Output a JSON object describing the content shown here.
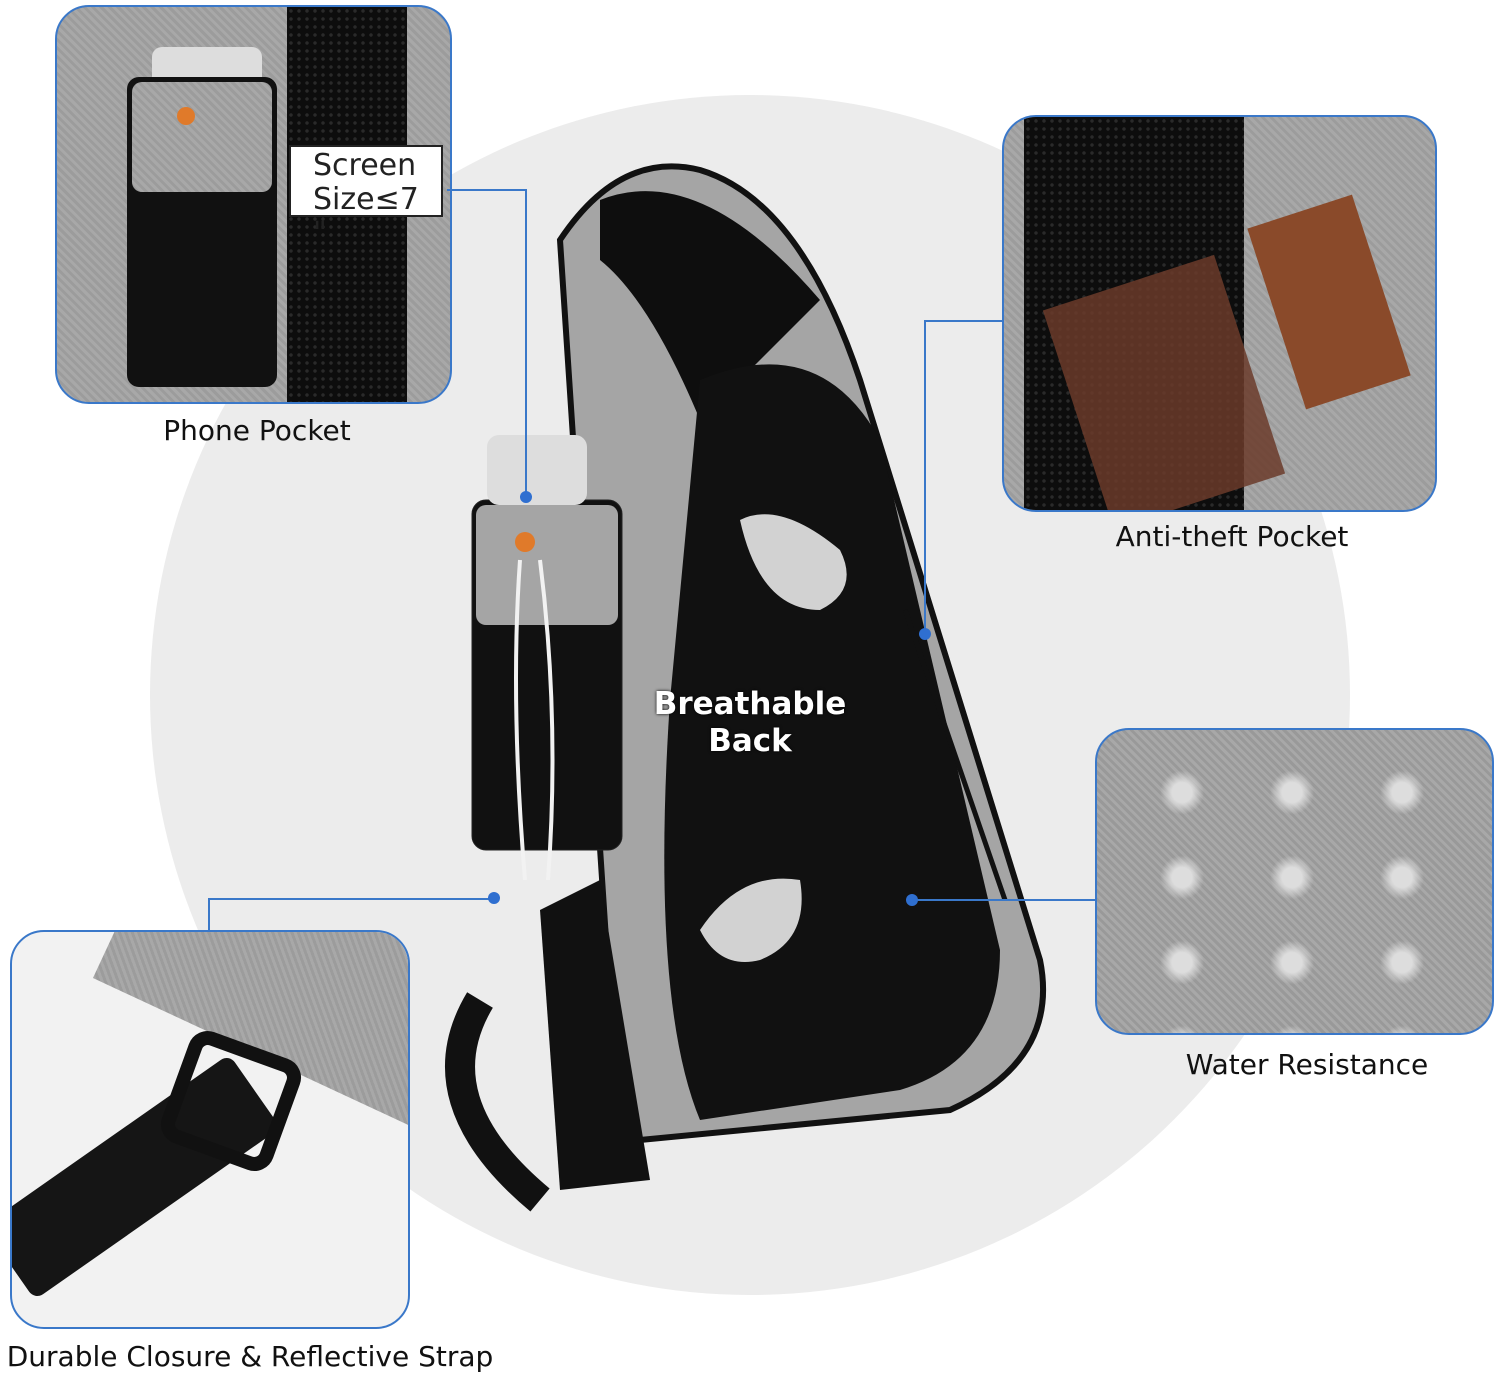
{
  "callouts": {
    "phone_pocket": "Phone Pocket",
    "screen_size": [
      "Screen",
      "Size≤7 \""
    ],
    "anti_theft": "Anti-theft Pocket",
    "water_resistance": "Water Resistance",
    "durable": "Durable Closure & Reflective Strap",
    "breathable": [
      "Breathable",
      "Back"
    ]
  },
  "colors": {
    "accent": "#3a78c9",
    "background_circle": "#ececec",
    "fabric": "#a3a3a3",
    "mesh": "#111111"
  }
}
